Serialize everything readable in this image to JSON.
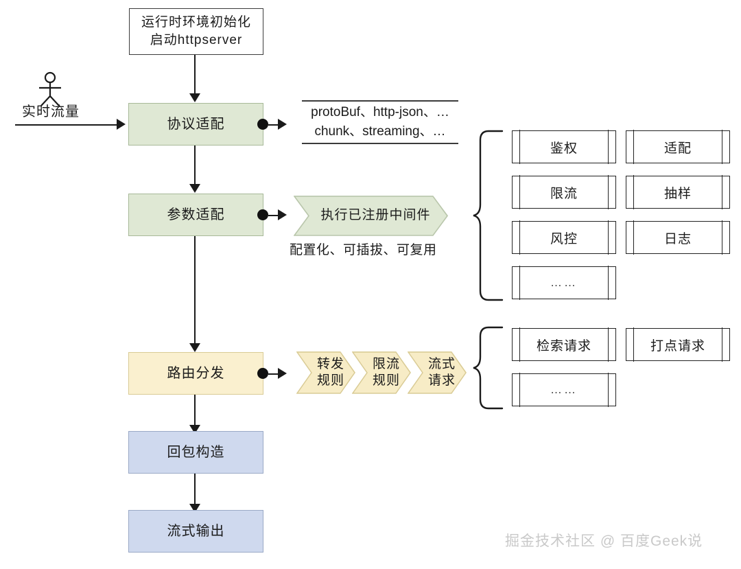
{
  "diagram": {
    "title_box": {
      "line1": "运行时环境初始化",
      "line2": "启动httpserver"
    },
    "actor": {
      "label": "实时流量"
    },
    "stages": [
      {
        "id": "protocol",
        "label": "协议适配",
        "color": "#dfe8d4"
      },
      {
        "id": "param",
        "label": "参数适配",
        "color": "#dfe8d4"
      },
      {
        "id": "route",
        "label": "路由分发",
        "color": "#faf0cf"
      },
      {
        "id": "response",
        "label": "回包构造",
        "color": "#cfd9ee"
      },
      {
        "id": "stream",
        "label": "流式输出",
        "color": "#cfd9ee"
      }
    ],
    "protocol_note": {
      "line1": "protoBuf、http-json、…",
      "line2": "chunk、streaming、…"
    },
    "middleware": {
      "chevron_label": "执行已注册中间件",
      "caption": "配置化、可插拔、可复用",
      "items_col1": [
        "鉴权",
        "限流",
        "风控",
        "……"
      ],
      "items_col2": [
        "适配",
        "抽样",
        "日志"
      ]
    },
    "route_rules": {
      "chevrons": [
        "转发\n规则",
        "限流\n规则",
        "流式\n请求"
      ],
      "chevron_lines": [
        {
          "top": "转发",
          "bottom": "规则"
        },
        {
          "top": "限流",
          "bottom": "规则"
        },
        {
          "top": "流式",
          "bottom": "请求"
        }
      ],
      "items_col1": [
        "检索请求",
        "……"
      ],
      "items_col2": [
        "打点请求"
      ]
    },
    "watermark": "掘金技术社区 @ 百度Geek说",
    "colors": {
      "green": "#dfe8d4",
      "yellow": "#faf0cf",
      "blue": "#cfd9ee",
      "line": "#1a1a1a",
      "watermark": "#c9c9c9"
    }
  }
}
